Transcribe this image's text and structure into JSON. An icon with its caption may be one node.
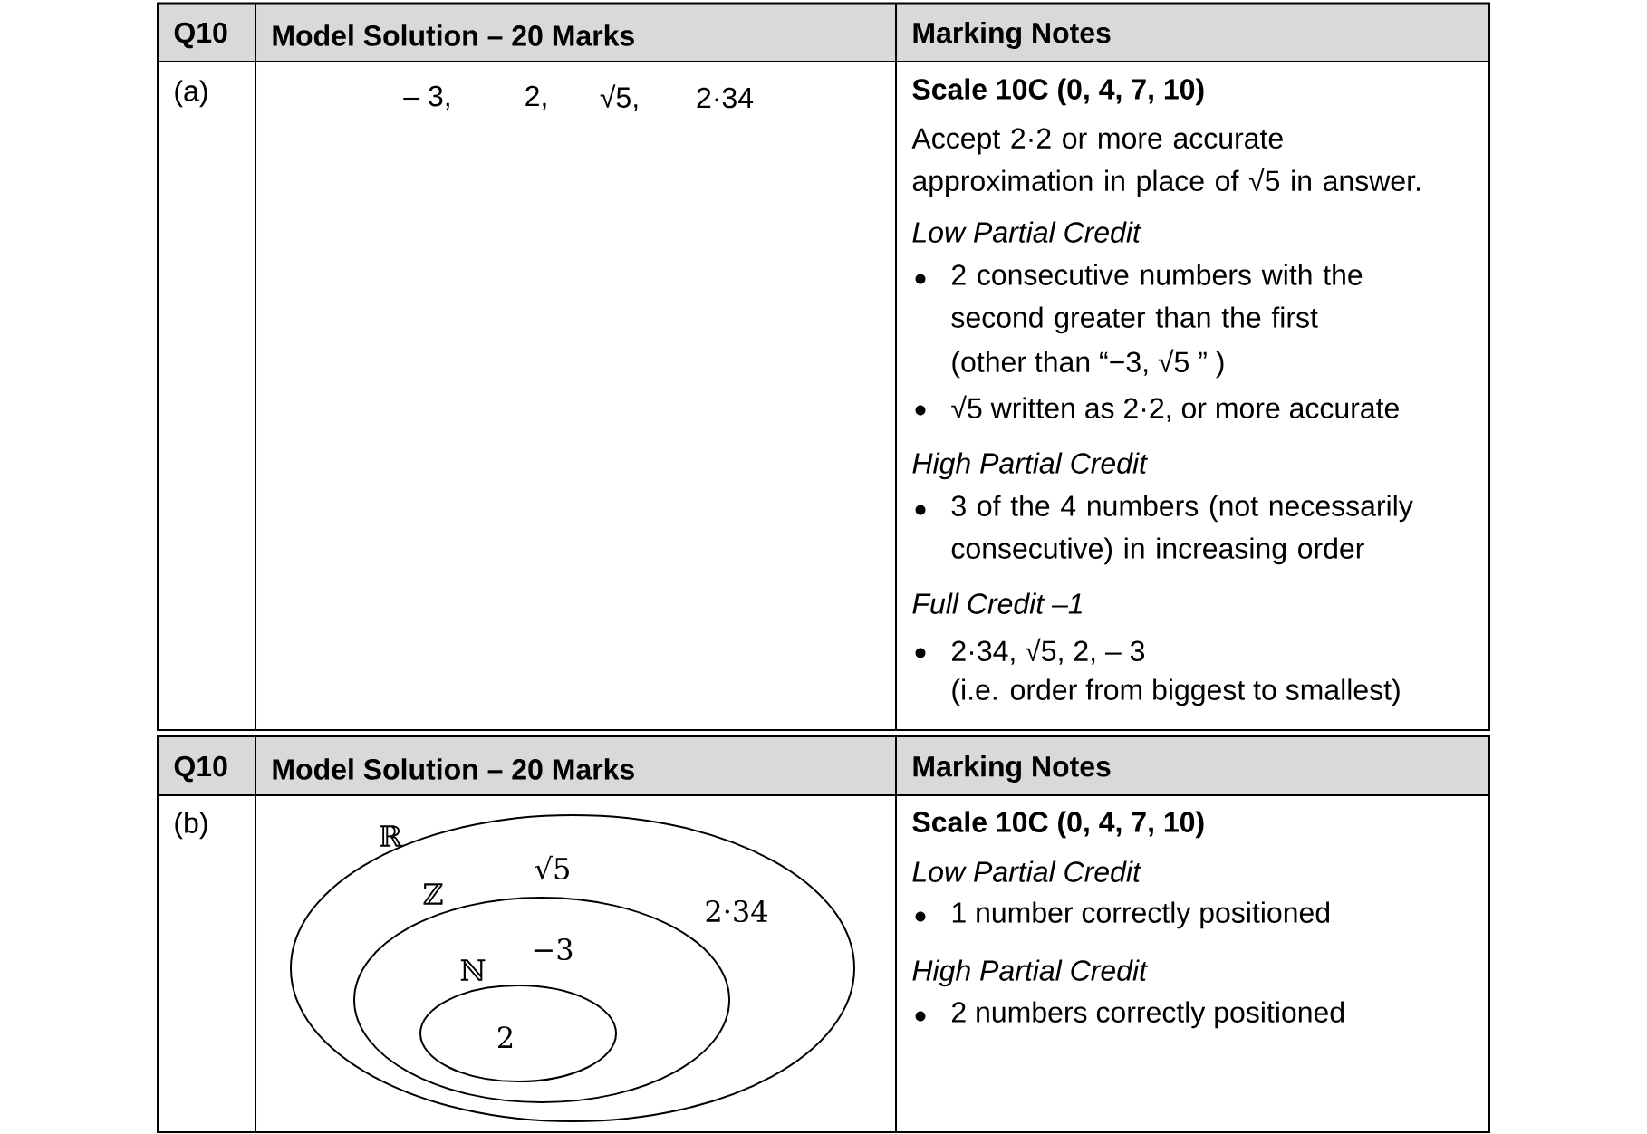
{
  "diagram": {
    "nodes": [
      {
        "text": [
          "ℝ",
          "√5",
          "2·34"
        ]
      },
      {
        "text": [
          "ℤ",
          "−3"
        ],
        "in": 0
      },
      {
        "text": [
          "ℕ",
          "2"
        ],
        "in": 1
      }
    ],
    "labels": [
      "Q10",
      "Model Solution – 20 Marks",
      "Marking Notes",
      "(a)",
      "– 3,",
      "2,",
      "√5,",
      "2·34",
      "Scale 10C (0, 4, 7, 10)",
      "Accept 2·2 or more accurate approximation in place of √5 in answer.",
      "Low Partial Credit",
      "2 consecutive numbers with the second greater than the first",
      "(other than “−3, √5 ” )",
      "√5 written as 2·2, or more accurate",
      "High Partial Credit",
      "3 of the 4 numbers (not necessarily consecutive) in increasing order",
      "Full Credit –1",
      "2·34, √5, 2, – 3",
      "(i.e. order from biggest to smallest)",
      "Q10",
      "Model Solution – 20 Marks",
      "Marking Notes",
      "(b)",
      "Scale 10C (0, 4, 7, 10)",
      "Low Partial Credit",
      "1 number correctly positioned",
      "High Partial Credit",
      "2 numbers correctly positioned"
    ]
  }
}
